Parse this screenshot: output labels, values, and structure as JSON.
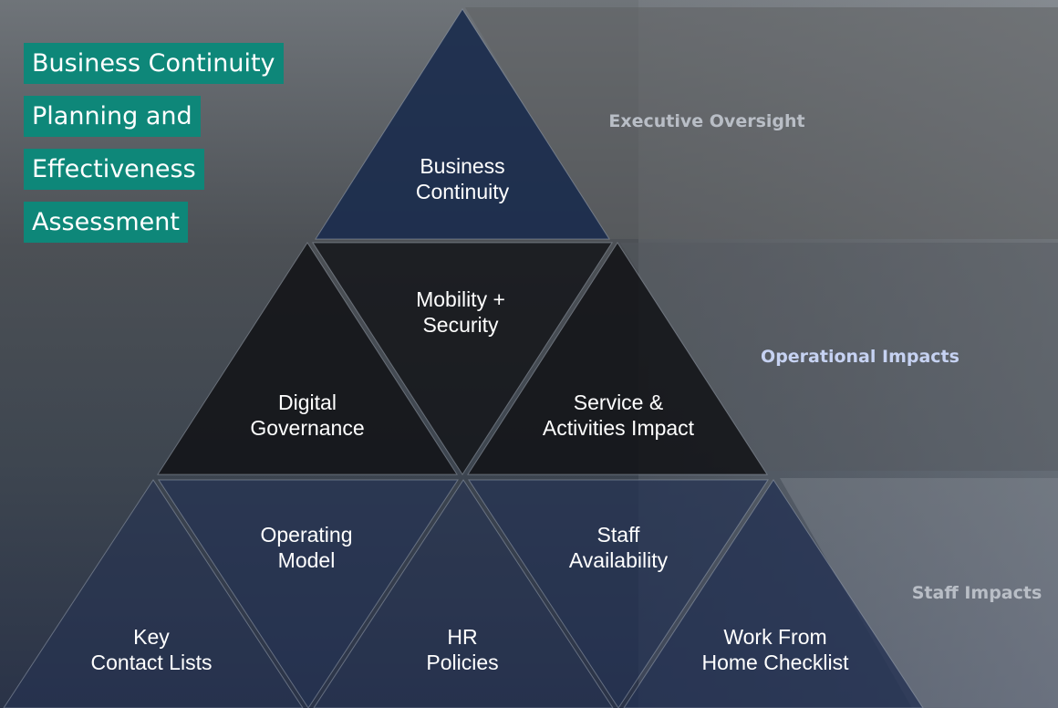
{
  "title_lines": [
    "Business Continuity",
    "Planning and",
    "Effectiveness",
    "Assessment"
  ],
  "colors": {
    "title_background": "#0e8779",
    "tier_top": "#b9bec6",
    "tier_middle": "#c6d2f2",
    "tier_bottom": "#b9bec6",
    "top_triangle": "#1b2c4d",
    "middle_triangles": "#121317",
    "bottom_triangles": "#243252"
  },
  "pyramid": {
    "top": {
      "label": "Business\nContinuity"
    },
    "middle": [
      {
        "label": "Digital\nGovernance"
      },
      {
        "label": "Mobility +\nSecurity"
      },
      {
        "label": "Service &\nActivities Impact"
      }
    ],
    "bottom": [
      {
        "label": "Key\nContact Lists"
      },
      {
        "label": "Operating\nModel"
      },
      {
        "label": "HR\nPolicies"
      },
      {
        "label": "Staff\nAvailability"
      },
      {
        "label": "Work From\nHome Checklist"
      }
    ]
  },
  "tiers": {
    "top": "Executive Oversight",
    "middle": "Operational Impacts",
    "bottom": "Staff Impacts"
  }
}
